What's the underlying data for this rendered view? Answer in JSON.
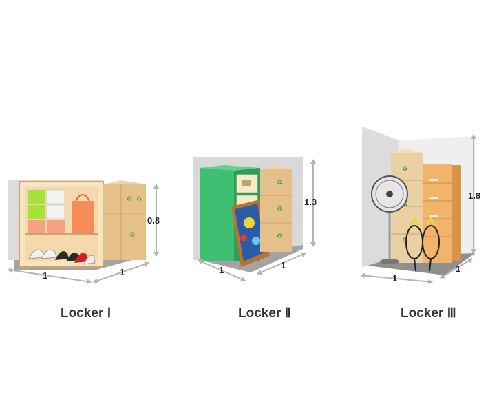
{
  "lockers": [
    {
      "name": "Locker Ⅰ",
      "width": "1",
      "depth": "1",
      "height": "0.8"
    },
    {
      "name": "Locker Ⅱ",
      "width": "1",
      "depth": "1",
      "height": "1.3"
    },
    {
      "name": "Locker Ⅲ",
      "width": "1",
      "depth": "1",
      "height": "1.8"
    }
  ],
  "colors": {
    "cardboard": "#e9c998",
    "cardboard_dark": "#c9a36b",
    "wall": "#d9d9d9",
    "floor": "#9a9a9a",
    "cabinet": "#3fbf72",
    "drawer_unit": "#f0b46a",
    "arrow": "#b3b3b3"
  }
}
